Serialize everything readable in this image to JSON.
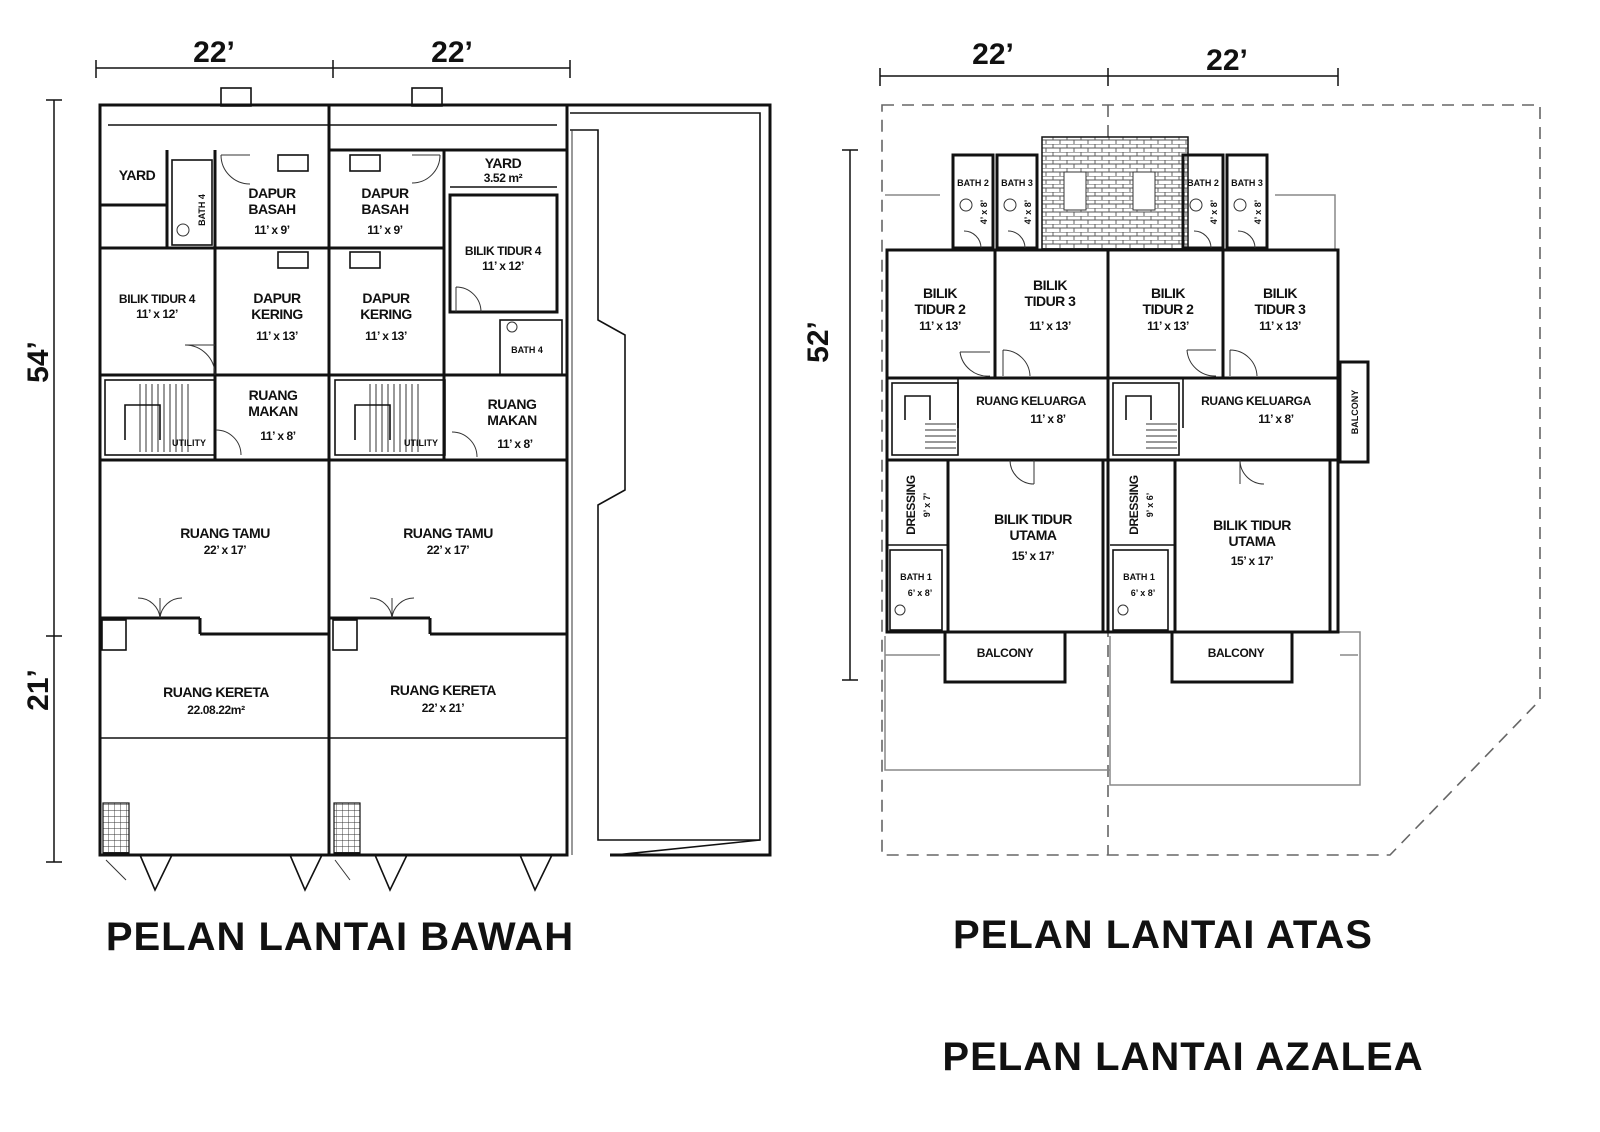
{
  "titles": {
    "ground_floor": "PELAN LANTAI BAWAH",
    "upper_floor": "PELAN LANTAI ATAS",
    "main": "PELAN LANTAI AZALEA"
  },
  "dimensions": {
    "width_a": "22’",
    "width_b": "22’",
    "depth_ground": "54’",
    "depth_porch": "21’",
    "depth_upper": "52’"
  },
  "ground": {
    "left": {
      "yard": "YARD",
      "bath": "BATH 4",
      "wet_kitchen": "DAPUR\nBASAH",
      "wet_kitchen_dim": "11’ x 9’",
      "bedroom4": "BILIK TIDUR 4",
      "bedroom4_dim": "11’ x 12’",
      "dry_kitchen": "DAPUR\nKERING",
      "dry_kitchen_dim": "11’ x 13’",
      "dining": "RUANG\nMAKAN",
      "dining_dim": "11’ x 8’",
      "utility": "UTILITY",
      "living": "RUANG TAMU",
      "living_dim": "22’ x 17’",
      "carporch": "RUANG KERETA",
      "carporch_dim": "22.08.22m²"
    },
    "right": {
      "yard": "YARD",
      "yard_area": "3.52 m²",
      "wet_kitchen": "DAPUR\nBASAH",
      "wet_kitchen_dim": "11’ x 9’",
      "bedroom4": "BILIK TIDUR 4",
      "bedroom4_dim": "11’ x 12’",
      "dry_kitchen": "DAPUR\nKERING",
      "dry_kitchen_dim": "11’ x 13’",
      "bath": "BATH 4",
      "dining": "RUANG\nMAKAN",
      "dining_dim": "11’ x 8’",
      "utility": "UTILITY",
      "living": "RUANG TAMU",
      "living_dim": "22’ x 17’",
      "carporch": "RUANG KERETA",
      "carporch_dim": "22’ x 21’"
    }
  },
  "upper": {
    "left": {
      "bath2": "BATH 2",
      "bath3": "BATH 3",
      "bath_dim": "4’ x 8’",
      "bedroom2": "BILIK\nTIDUR 2",
      "bedroom2_dim": "11’ x 13’",
      "bedroom3": "BILIK\nTIDUR 3",
      "bedroom3_dim": "11’ x 13’",
      "family": "RUANG KELUARGA",
      "family_dim": "11’ x 8’",
      "dressing": "DRESSING",
      "dressing_dim": "9’ x 7’",
      "bath1": "BATH 1",
      "bath1_dim": "6’ x 8’",
      "master": "BILIK TIDUR\nUTAMA",
      "master_dim": "15’ x 17’",
      "balcony": "BALCONY"
    },
    "right": {
      "bath2": "BATH 2",
      "bath3": "BATH 3",
      "bath_dim": "4’ x 8’",
      "bedroom2": "BILIK\nTIDUR 2",
      "bedroom2_dim": "11’ x 13’",
      "bedroom3": "BILIK\nTIDUR 3",
      "bedroom3_dim": "11’ x 13’",
      "family": "RUANG KELUARGA",
      "family_dim": "11’ x 8’",
      "dressing": "DRESSING",
      "dressing_dim": "9’ x 6’",
      "bath1": "BATH 1",
      "bath1_dim": "6’ x 8’",
      "master": "BILIK TIDUR\nUTAMA",
      "master_dim": "15’ x 17’",
      "balcony": "BALCONY",
      "side_balcony": "BALCONY"
    }
  }
}
